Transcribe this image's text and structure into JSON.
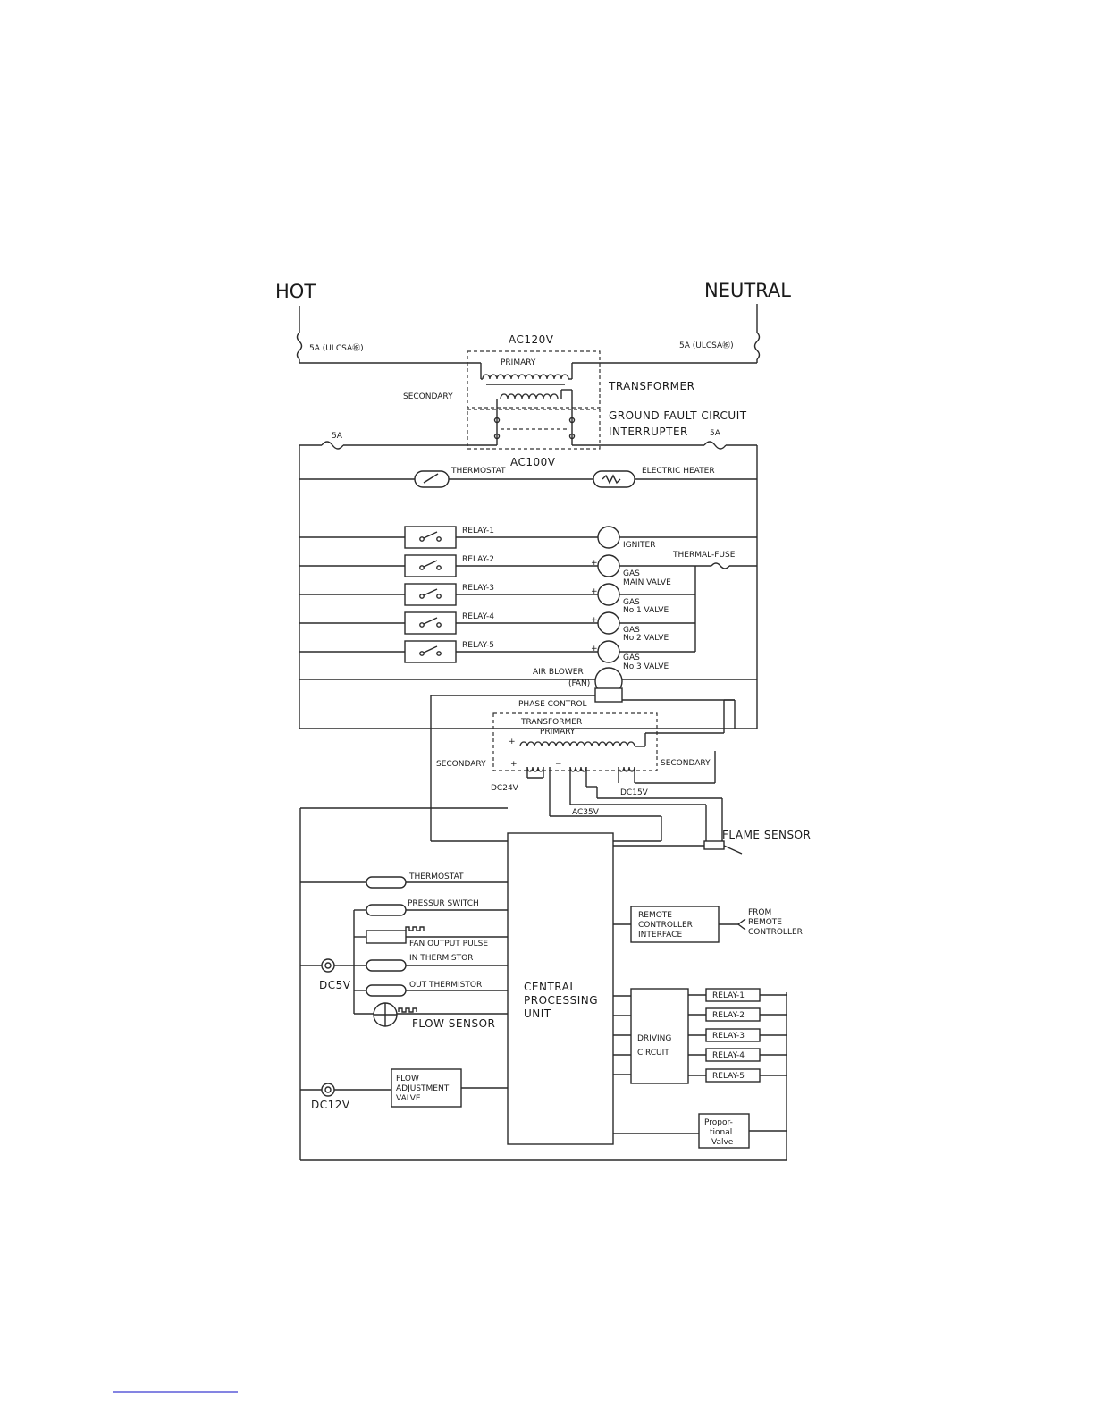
{
  "power": {
    "hot": "HOT",
    "neutral": "NEUTRAL",
    "fuse_left": "5A (ULCSA㊗)",
    "fuse_right": "5A (ULCSA㊗)",
    "ac120": "AC120V",
    "primary": "PRIMARY",
    "secondary": "SECONDARY",
    "transformer": "TRANSFORMER",
    "gfci_1": "GROUND FAULT CIRCUIT",
    "gfci_2": "INTERRUPTER",
    "fuse_5a_left": "5A",
    "fuse_5a_right": "5A",
    "ac100": "AC100V"
  },
  "heater_row": {
    "thermostat": "THERMOSTAT",
    "electric_heater": "ELECTRIC HEATER"
  },
  "relays": [
    {
      "label": "RELAY-1",
      "load": "IGNITER",
      "load2": ""
    },
    {
      "label": "RELAY-2",
      "load": "GAS",
      "load2": "MAIN VALVE"
    },
    {
      "label": "RELAY-3",
      "load": "GAS",
      "load2": "No.1 VALVE"
    },
    {
      "label": "RELAY-4",
      "load": "GAS",
      "load2": "No.2 VALVE"
    },
    {
      "label": "RELAY-5",
      "load": "GAS",
      "load2": "No.3 VALVE"
    }
  ],
  "thermal_fuse": "THERMAL-FUSE",
  "air_blower_1": "AIR BLOWER",
  "air_blower_2": "(FAN)",
  "phase_control": "PHASE CONTROL",
  "transformer2": {
    "title": "TRANSFORMER",
    "primary": "PRIMARY",
    "secondary_left": "SECONDARY",
    "secondary_right": "SECONDARY",
    "dc24": "DC24V",
    "ac35": "AC35V",
    "dc15": "DC15V"
  },
  "flame_sensor": "FLAME SENSOR",
  "inputs": {
    "thermostat": "THERMOSTAT",
    "pressure_switch": "PRESSUR SWITCH",
    "fan_output": "FAN OUTPUT PULSE",
    "in_thermistor": "IN THERMISTOR",
    "out_thermistor": "OUT THERMISTOR",
    "flow_sensor": "FLOW SENSOR",
    "dc5v": "DC5V",
    "dc12v": "DC12V",
    "flow_adj_1": "FLOW",
    "flow_adj_2": "ADJUSTMENT",
    "flow_adj_3": "VALVE"
  },
  "cpu": {
    "l1": "CENTRAL",
    "l2": "PROCESSING",
    "l3": "UNIT"
  },
  "remote": {
    "i1": "REMOTE",
    "i2": "CONTROLLER",
    "i3": "INTERFACE",
    "f1": "FROM",
    "f2": "REMOTE",
    "f3": "CONTROLLER"
  },
  "driving": {
    "l1": "DRIVING",
    "l2": "CIRCUIT"
  },
  "driving_relays": [
    "RELAY-1",
    "RELAY-2",
    "RELAY-3",
    "RELAY-4",
    "RELAY-5"
  ],
  "prop_valve": {
    "l1": "Propor-",
    "l2": "tional",
    "l3": "Valve"
  }
}
